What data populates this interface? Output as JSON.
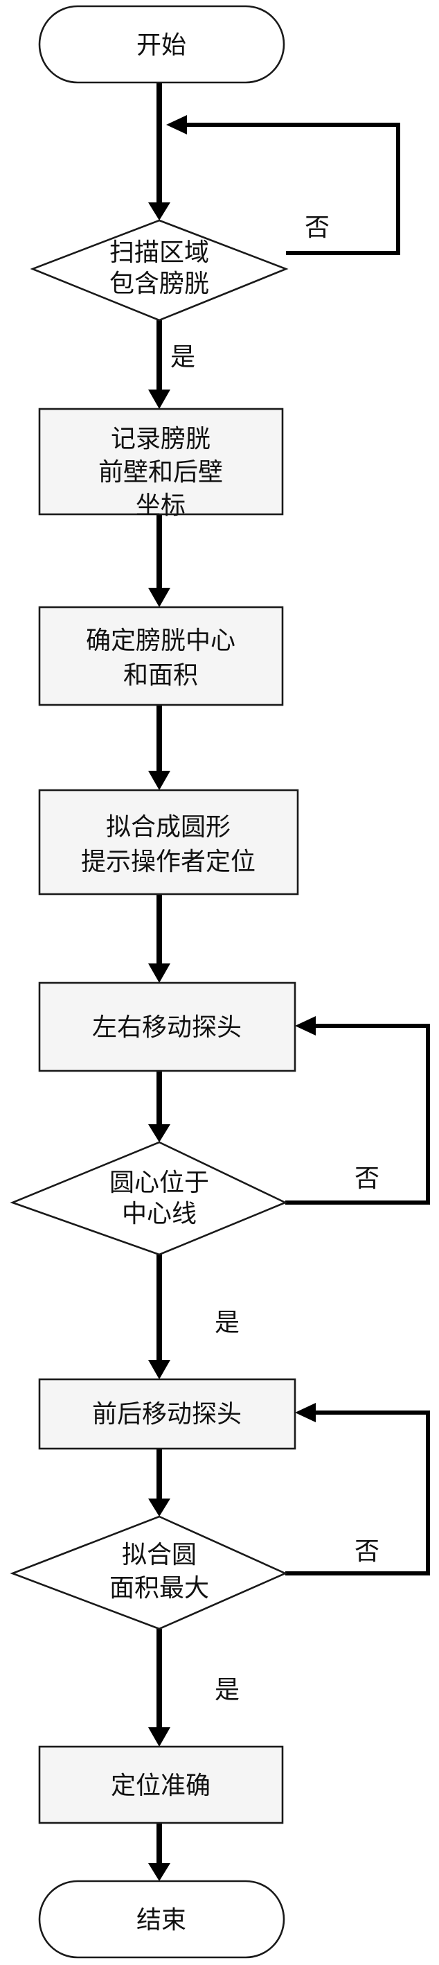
{
  "nodes": {
    "start": "开始",
    "scan_check": [
      "扫描区域",
      "包含膀胱"
    ],
    "record": [
      "记录膀胱",
      "前壁和后壁",
      "坐标"
    ],
    "center_area": [
      "确定膀胱中心",
      "和面积"
    ],
    "fit_circle": [
      "拟合成圆形",
      "提示操作者定位"
    ],
    "move_lr": "左右移动探头",
    "center_check": [
      "圆心位于",
      "中心线"
    ],
    "move_fb": "前后移动探头",
    "area_check": [
      "拟合圆",
      "面积最大"
    ],
    "locate_ok": "定位准确",
    "end": "结束"
  },
  "branches": {
    "scan_no": "否",
    "scan_yes": "是",
    "center_no": "否",
    "center_yes": "是",
    "area_no": "否",
    "area_yes": "是"
  }
}
